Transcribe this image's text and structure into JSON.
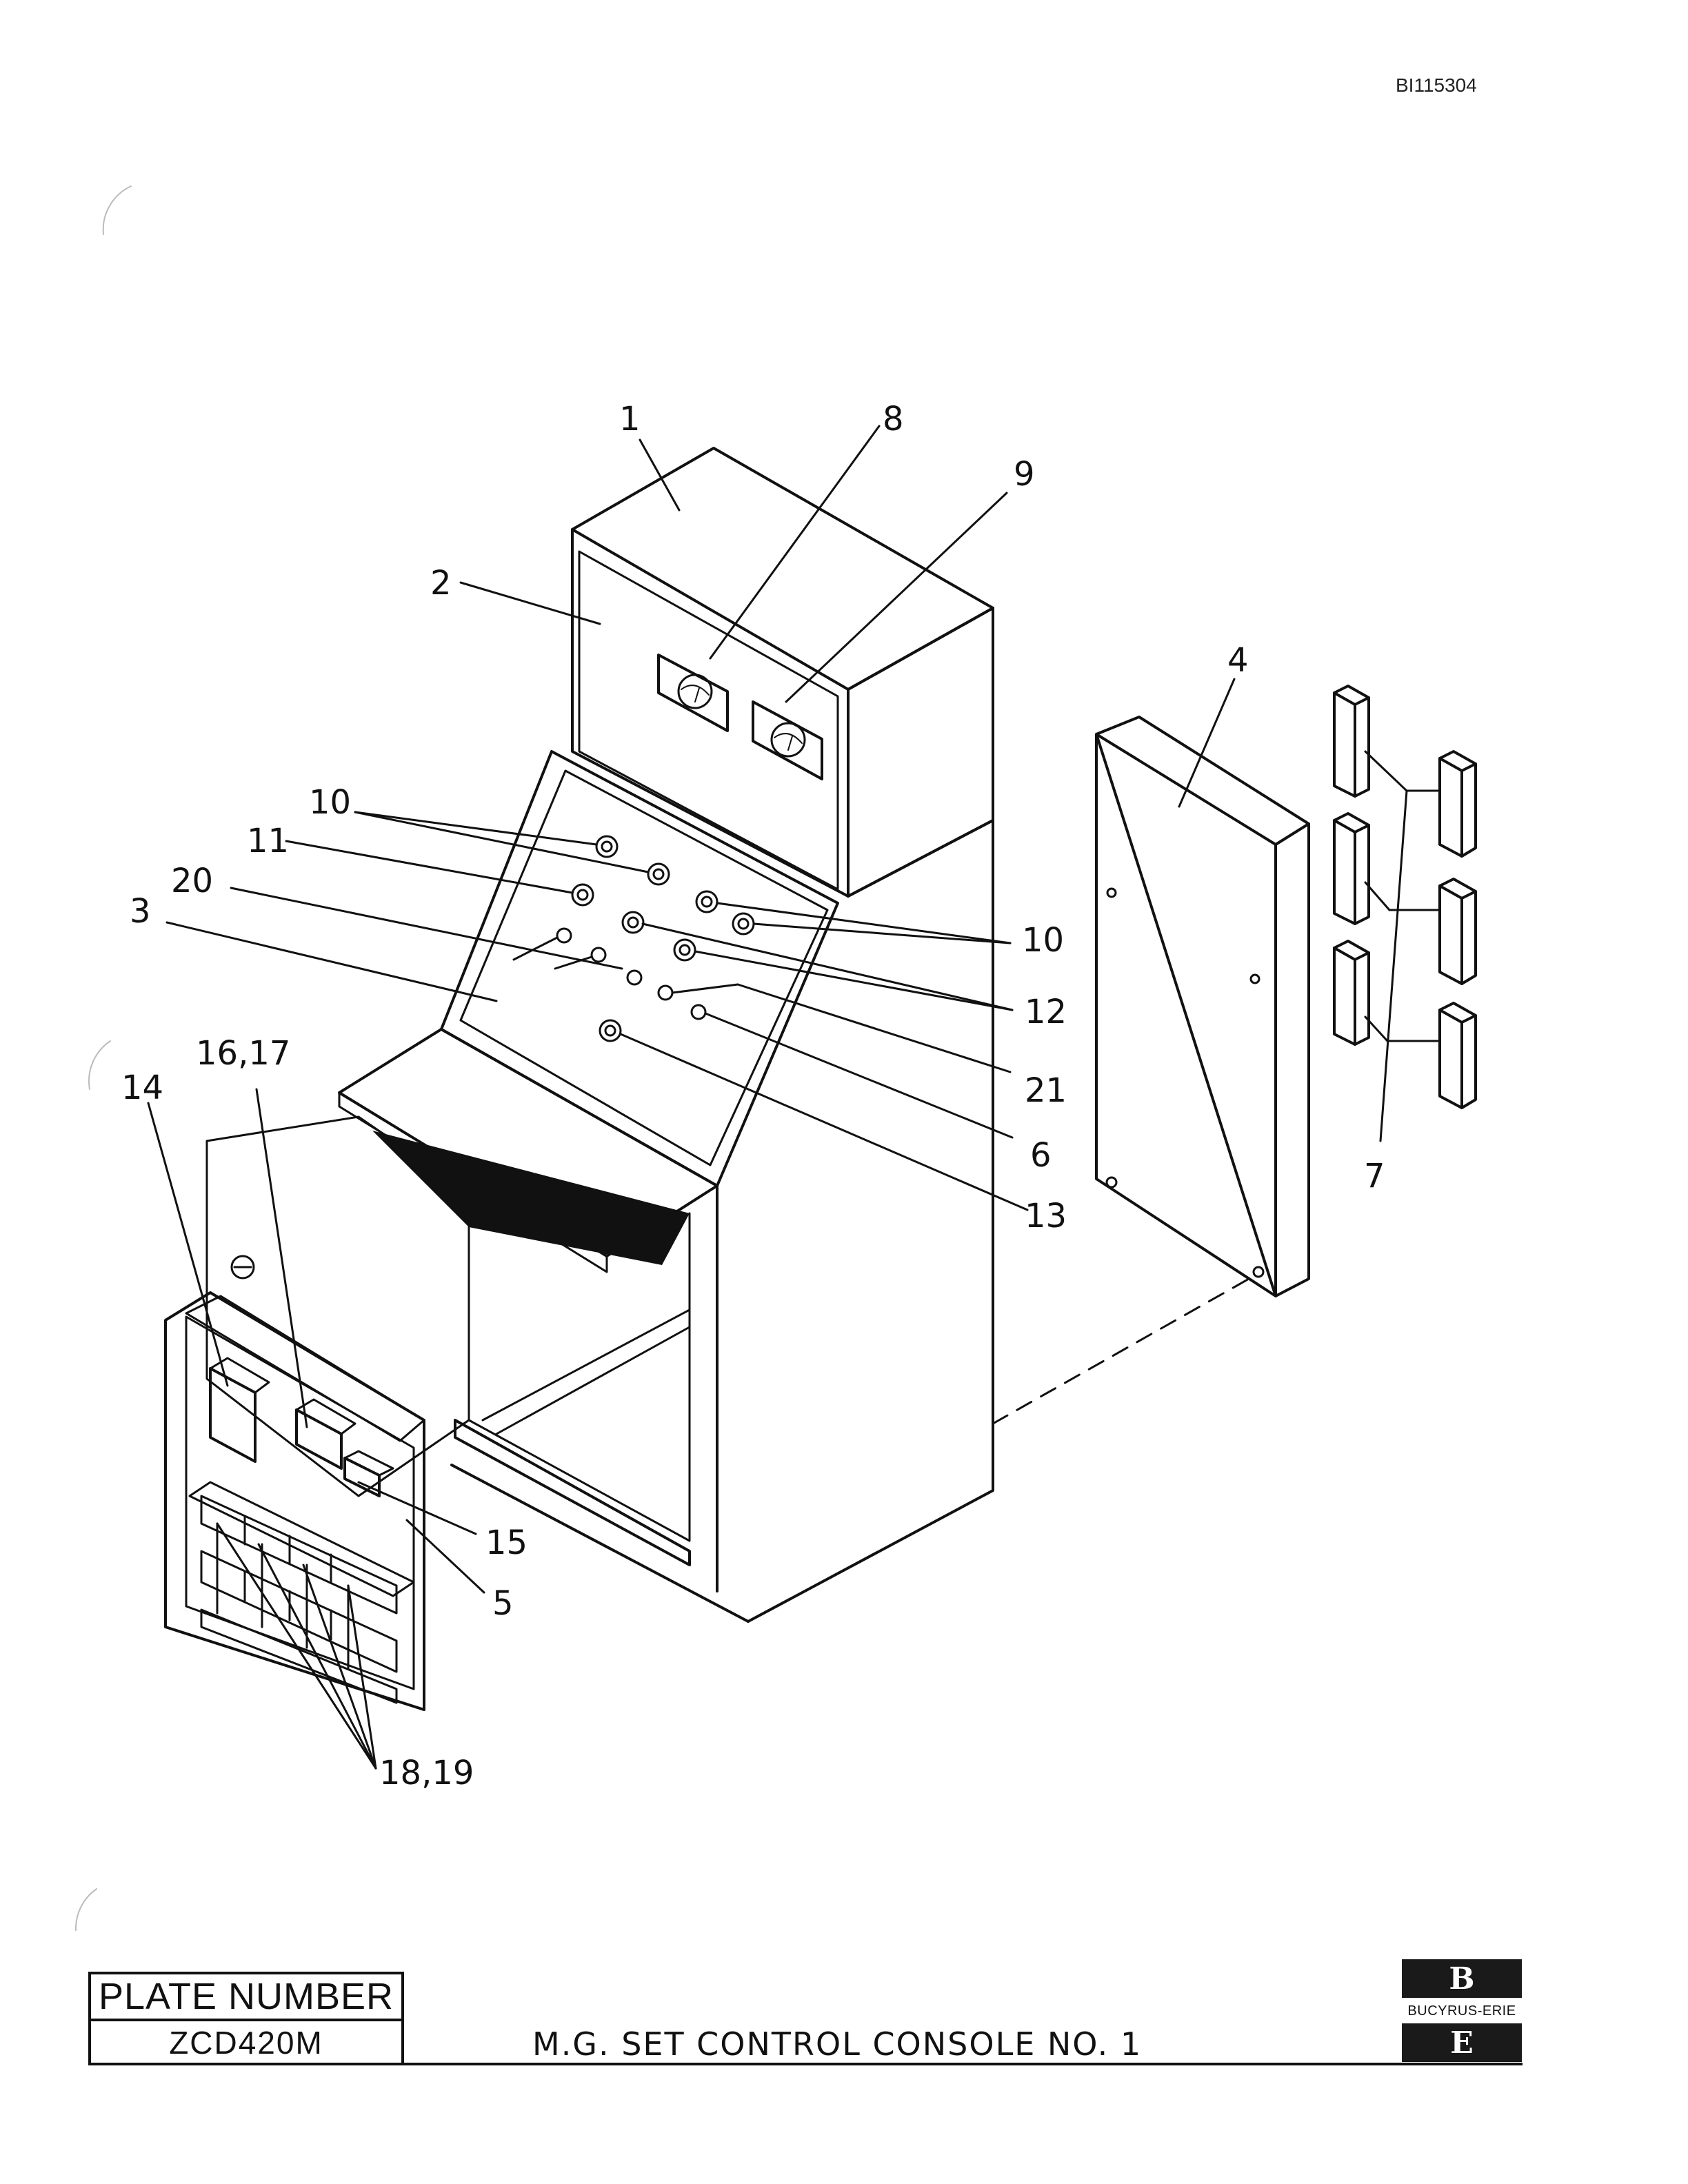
{
  "document_id": "BI115304",
  "callouts": {
    "c1": "1",
    "c2": "2",
    "c3": "3",
    "c4": "4",
    "c5": "5",
    "c6": "6",
    "c7": "7",
    "c8": "8",
    "c9": "9",
    "c10a": "10",
    "c10b": "10",
    "c11": "11",
    "c12": "12",
    "c13": "13",
    "c14": "14",
    "c15": "15",
    "c16_17": "16,17",
    "c18_19": "18,19",
    "c20": "20",
    "c21": "21"
  },
  "title_block": {
    "plate_label": "PLATE NUMBER",
    "plate_number": "ZCD420M",
    "title": "M.G. SET CONTROL CONSOLE NO. 1",
    "logo_top": "B",
    "logo_text": "BUCYRUS-ERIE",
    "logo_bottom": "E"
  }
}
